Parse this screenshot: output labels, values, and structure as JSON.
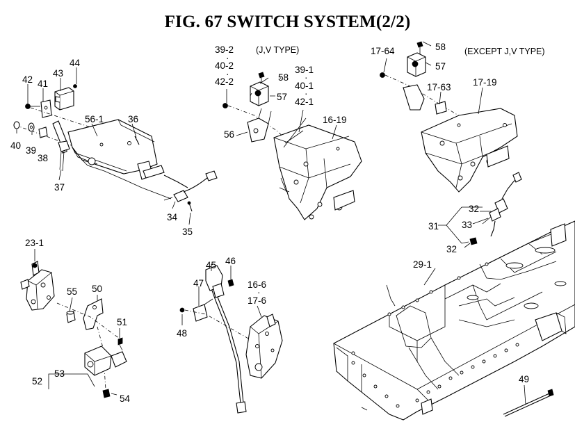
{
  "title": "FIG. 67  SWITCH SYSTEM(2/2)",
  "notes": {
    "jv_type": "(J,V TYPE)",
    "except_jv_type": "(EXCEPT J,V TYPE)"
  },
  "callouts": {
    "c44": "44",
    "c42": "42",
    "c43": "43",
    "c41": "41",
    "c40": "40",
    "c39": "39",
    "c38": "38",
    "c37": "37",
    "c56_1": "56-1",
    "c36": "36",
    "c34": "34",
    "c35": "35",
    "c39_2": "39-2",
    "c40_2": "40-2",
    "c42_2": "42-2",
    "c58a": "58",
    "c57a": "57",
    "c56": "56",
    "c39_1": "39-1",
    "c40_1": "40-1",
    "c42_1": "42-1",
    "c16_19": "16-19",
    "c17_64": "17-64",
    "c58b": "58",
    "c57b": "57",
    "c17_63": "17-63",
    "c17_19": "17-19",
    "c32a": "32",
    "c33": "33",
    "c31": "31",
    "c32b": "32",
    "c29_1": "29-1",
    "c23_1": "23-1",
    "c55": "55",
    "c50": "50",
    "c51": "51",
    "c53": "53",
    "c52": "52",
    "c54": "54",
    "c45": "45",
    "c46": "46",
    "c47": "47",
    "c48": "48",
    "c16_6": "16-6",
    "c17_6": "17-6",
    "c49": "49"
  }
}
